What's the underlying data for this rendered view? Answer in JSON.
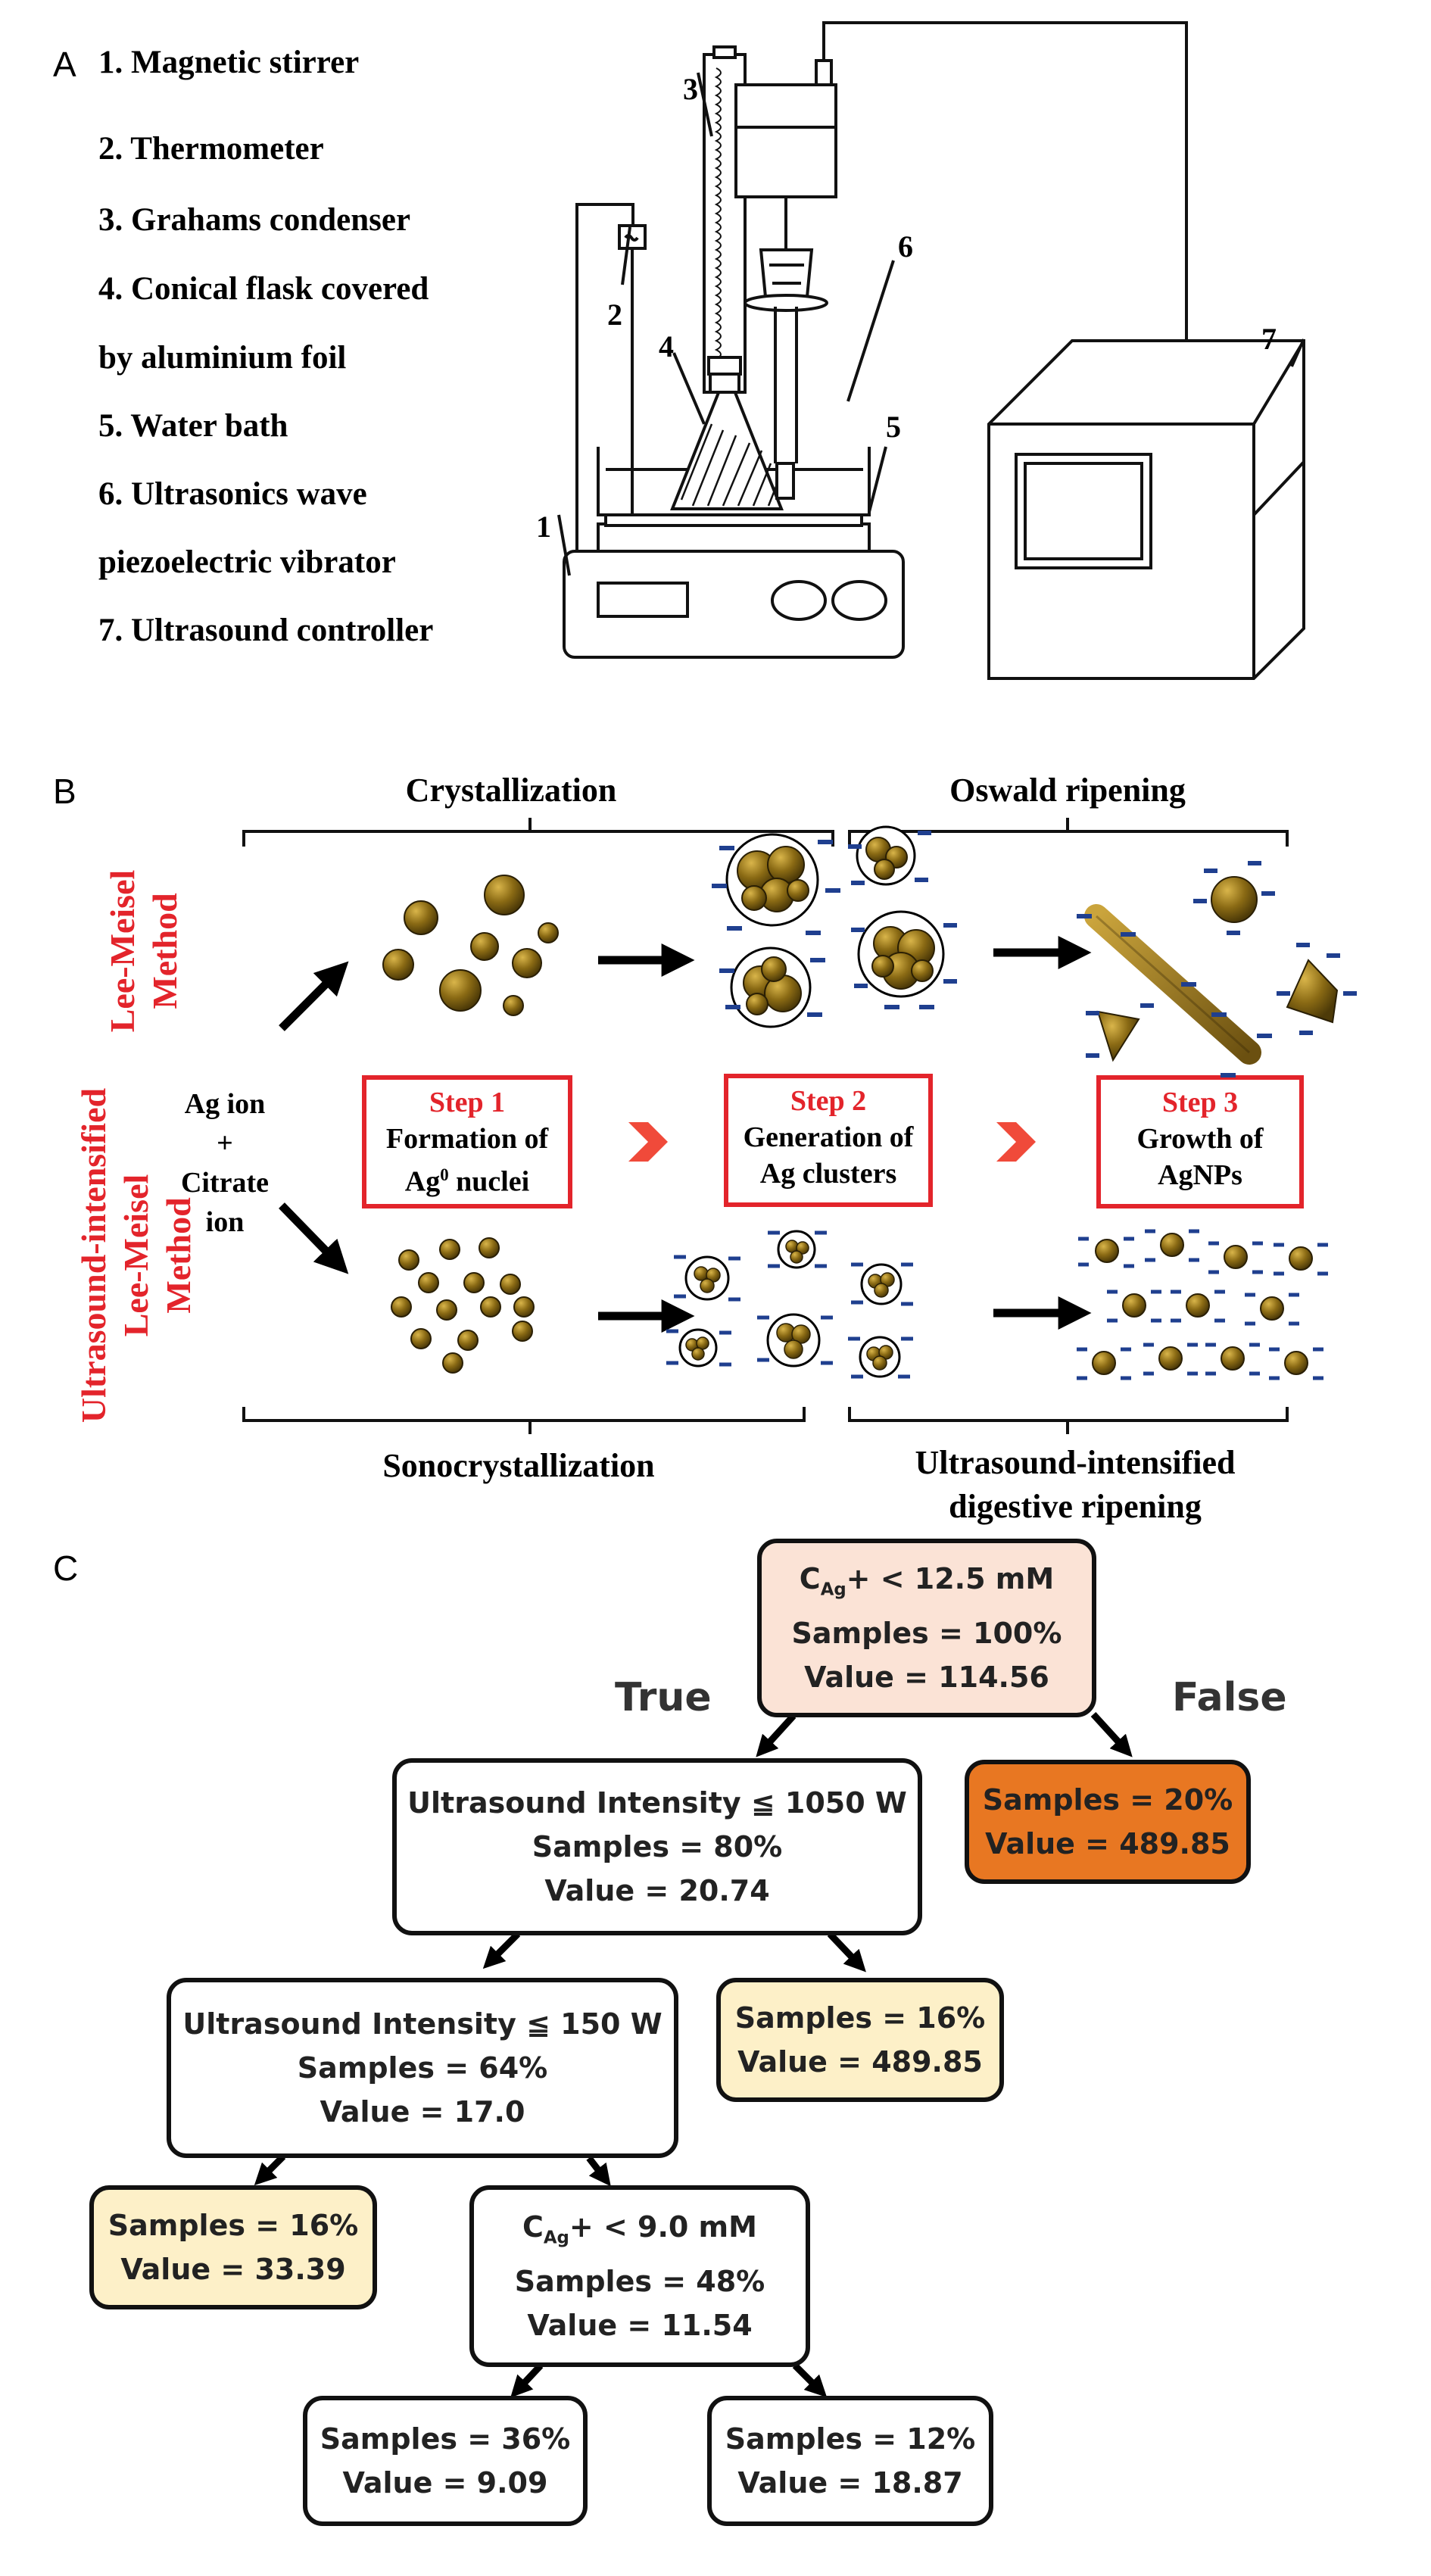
{
  "panel_a": {
    "label": "A",
    "legend": [
      "1. Magnetic stirrer",
      "2. Thermometer",
      "3. Grahams condenser",
      "4. Conical flask covered",
      "by aluminium foil",
      "5. Water bath",
      "6. Ultrasonics wave",
      "piezoelectric vibrator",
      "7. Ultrasound controller"
    ],
    "numbers": [
      "1",
      "2",
      "3",
      "4",
      "5",
      "6",
      "7"
    ]
  },
  "panel_b": {
    "label": "B",
    "crystallization": "Crystallization",
    "oswald": "Oswald ripening",
    "sonocrystallization": "Sonocrystallization",
    "us_digestive_1": "Ultrasound-intensified",
    "us_digestive_2": "digestive ripening",
    "lee_meisel_1": "Lee-Meisel",
    "lee_meisel_2": "Method",
    "us_lee_1": "Ultrasound-intensified",
    "us_lee_2": "Lee-Meisel",
    "us_lee_3": "Method",
    "ag_ion": "Ag ion",
    "plus": "+",
    "citrate": "Citrate",
    "ion": "ion",
    "step1_title": "Step 1",
    "step1_l1": "Formation of",
    "step1_l2_pre": "Ag",
    "step1_l2_sup": "0",
    "step1_l2_post": " nuclei",
    "step2_title": "Step 2",
    "step2_l1": "Generation of",
    "step2_l2": "Ag clusters",
    "step3_title": "Step 3",
    "step3_l1": "Growth of",
    "step3_l2": "AgNPs"
  },
  "panel_c": {
    "label": "C",
    "edge_true": "True",
    "edge_false": "False",
    "root": {
      "c": "C",
      "sub": "Ag",
      "rest": "+ < 12.5 mM",
      "samples": "Samples = 100%",
      "value": "Value = 114.56"
    },
    "false_leaf": {
      "samples": "Samples = 20%",
      "value": "Value = 489.85"
    },
    "us1050": {
      "cond": "Ultrasound Intensity ≦ 1050 W",
      "samples": "Samples = 80%",
      "value": "Value = 20.74"
    },
    "leaf16a": {
      "samples": "Samples = 16%",
      "value": "Value = 489.85"
    },
    "us150": {
      "cond": "Ultrasound Intensity ≦ 150 W",
      "samples": "Samples = 64%",
      "value": "Value = 17.0"
    },
    "leaf16b": {
      "samples": "Samples = 16%",
      "value": "Value = 33.39"
    },
    "c9": {
      "c": "C",
      "sub": "Ag",
      "rest": "+ < 9.0 mM",
      "samples": "Samples = 48%",
      "value": "Value = 11.54"
    },
    "leaf36": {
      "samples": "Samples = 36%",
      "value": "Value = 9.09"
    },
    "leaf12": {
      "samples": "Samples = 12%",
      "value": "Value = 18.87"
    }
  },
  "colors": {
    "red": "#e3242b",
    "particle": "#8a6a14",
    "charge": "#1f3f8f",
    "root_fill": "#fbe3d6",
    "hot_fill": "#e87722",
    "leaf_fill": "#fdf0c8"
  }
}
